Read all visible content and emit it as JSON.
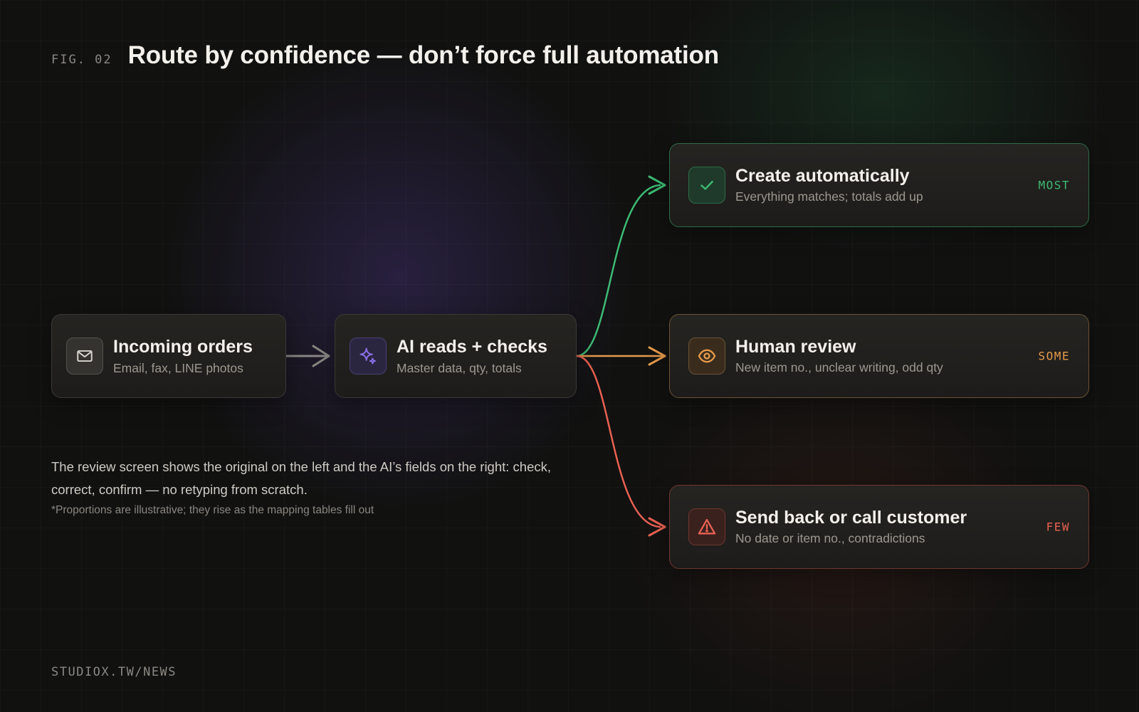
{
  "header": {
    "fig_label": "FIG. 02",
    "title": "Route by confidence — don’t force full automation"
  },
  "colors": {
    "green": "#3dba74",
    "orange": "#e59a4a",
    "red": "#e86152",
    "purple": "#8a6fe6",
    "gray_arrow": "#8a8884"
  },
  "flow": {
    "source": {
      "icon": "mail-icon",
      "title": "Incoming orders",
      "subtitle": "Email, fax, LINE photos"
    },
    "processor": {
      "icon": "sparkles-icon",
      "title": "AI reads + checks",
      "subtitle": "Master data, qty, totals"
    },
    "outcomes": [
      {
        "icon": "check-icon",
        "title": "Create automatically",
        "subtitle": "Everything matches; totals add up",
        "tag": "MOST"
      },
      {
        "icon": "eye-icon",
        "title": "Human review",
        "subtitle": "New item no., unclear writing, odd qty",
        "tag": "SOME"
      },
      {
        "icon": "warning-icon",
        "title": "Send back or call customer",
        "subtitle": "No date or item no., contradictions",
        "tag": "FEW"
      }
    ]
  },
  "note": {
    "main": "The review screen shows the original on the left and the AI’s fields on the right: check, correct, confirm — no retyping from scratch.",
    "footnote": "*Proportions are illustrative; they rise as the mapping tables fill out"
  },
  "footer": {
    "credit": "STUDIOX.TW/NEWS"
  }
}
